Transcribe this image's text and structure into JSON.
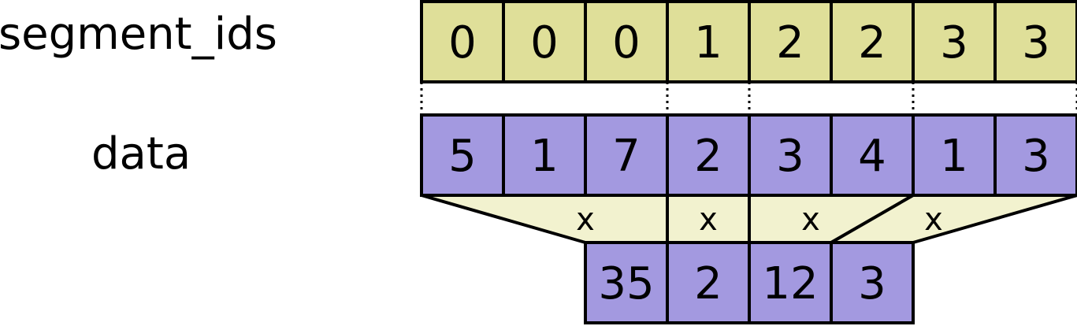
{
  "labels": {
    "segment_ids": "segment_ids",
    "data": "data"
  },
  "segment_ids": [
    "0",
    "0",
    "0",
    "1",
    "2",
    "2",
    "3",
    "3"
  ],
  "data": [
    "5",
    "1",
    "7",
    "2",
    "3",
    "4",
    "1",
    "3"
  ],
  "operators": [
    "x",
    "x",
    "x",
    "x"
  ],
  "result": [
    "35",
    "2",
    "12",
    "3"
  ],
  "colors": {
    "segment_fill": "#dfdf99",
    "data_fill": "#a399e0",
    "merge_fill": "#f2f2cf",
    "stroke": "#000000"
  }
}
